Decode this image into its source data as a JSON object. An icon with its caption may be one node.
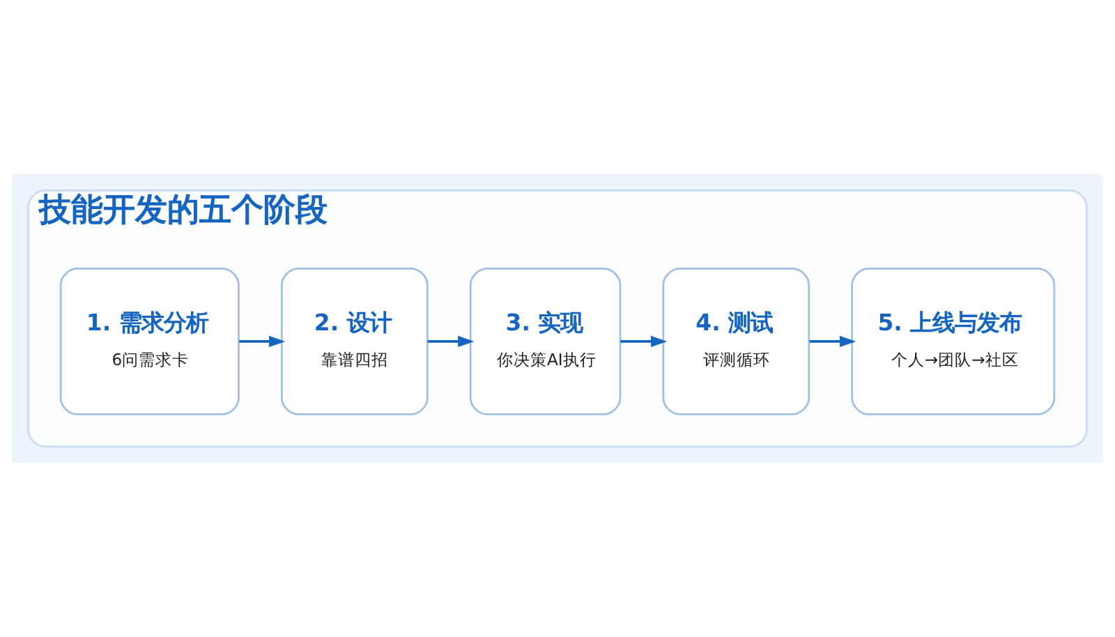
{
  "diagram": {
    "nodes": [
      {
        "text": [
          "技能开发的五个阶段"
        ]
      },
      {
        "text": [
          "1. 需求分析",
          "6问需求卡"
        ],
        "in": 0
      },
      {
        "text": [
          "2. 设计",
          "靠谱四招"
        ],
        "in": 0
      },
      {
        "text": [
          "3. 实现",
          "你决策AI执行"
        ],
        "in": 0
      },
      {
        "text": [
          "4. 测试",
          "评测循环"
        ],
        "in": 0
      },
      {
        "text": [
          "5. 上线与发布",
          "个人→团队→社区"
        ],
        "in": 0
      }
    ],
    "edges": [
      {
        "from": 1,
        "to": 2,
        "arrow": "to"
      },
      {
        "from": 2,
        "to": 3,
        "arrow": "to"
      },
      {
        "from": 3,
        "to": 4,
        "arrow": "to"
      },
      {
        "from": 4,
        "to": 5,
        "arrow": "to"
      }
    ]
  }
}
